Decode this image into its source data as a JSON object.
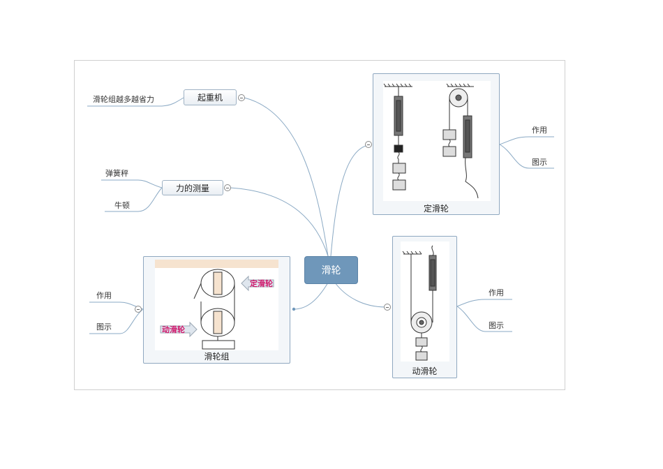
{
  "center": {
    "label": "滑轮"
  },
  "qizhongji": {
    "label": "起重机",
    "note": "滑轮组越多越省力"
  },
  "celiang": {
    "label": "力的测量",
    "children": [
      "弹簧秤",
      "牛顿"
    ]
  },
  "dinghualun": {
    "caption": "定滑轮",
    "children": [
      "作用",
      "图示"
    ]
  },
  "donghualun": {
    "caption": "动滑轮",
    "children": [
      "作用",
      "图示"
    ]
  },
  "hualunzu": {
    "caption": "滑轮组",
    "children": [
      "作用",
      "图示"
    ],
    "tag_fixed": "定滑轮",
    "tag_moving": "动滑轮"
  },
  "colors": {
    "branch": "#8aa9c4",
    "center": "#6f97ba",
    "panel_border": "#8fa8c0",
    "tag_text": "#d0176b"
  }
}
